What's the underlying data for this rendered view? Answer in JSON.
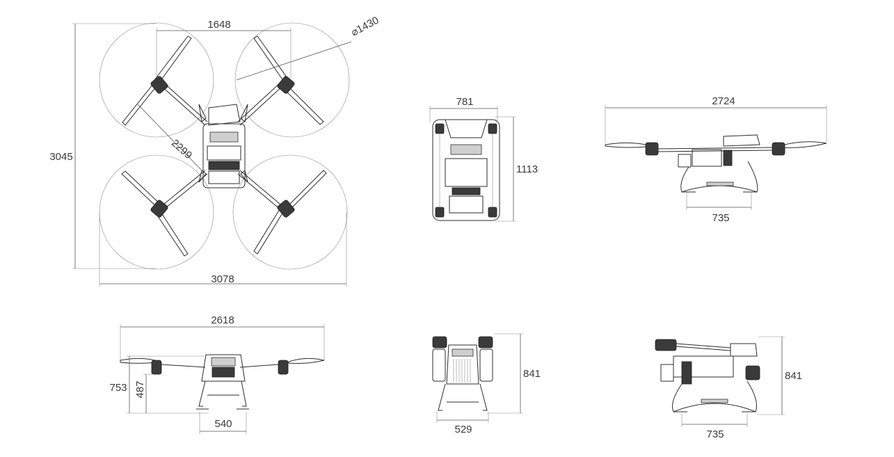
{
  "dimensions": {
    "top_view": {
      "rotor_spacing": "1648",
      "rotor_diameter": "⌀1430",
      "height": "3045",
      "diagonal": "2299",
      "width": "3078"
    },
    "folded_top": {
      "width": "781",
      "length": "1113"
    },
    "side_view": {
      "span": "2724",
      "landing_gear": "735"
    },
    "front_view": {
      "span": "2618",
      "total_height": "753",
      "body_height": "487",
      "landing_gear": "540"
    },
    "folded_front": {
      "height": "841",
      "width": "529"
    },
    "folded_side": {
      "height": "841",
      "landing_gear": "735"
    }
  }
}
